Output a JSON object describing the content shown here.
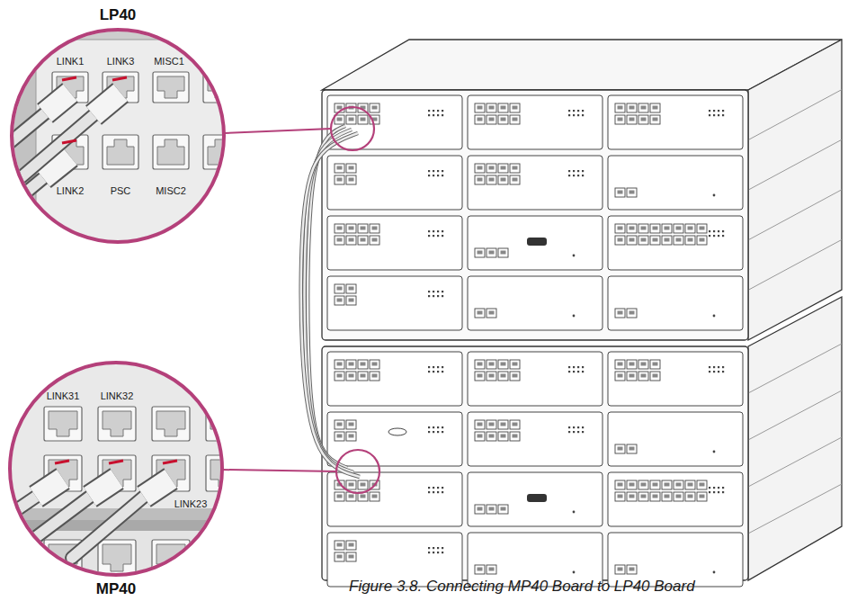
{
  "diagram": {
    "caption": "Figure 3.8. Connecting MP40 Board to LP40 Board",
    "nodes": [
      {
        "text": [
          "LP40"
        ]
      },
      {
        "text": [
          "MP40"
        ]
      }
    ],
    "labels": [
      "LINK1",
      "LINK3",
      "MISC1",
      "LINK2",
      "PSC",
      "MISC2",
      "LINK31",
      "LINK32",
      "LINK23"
    ]
  }
}
